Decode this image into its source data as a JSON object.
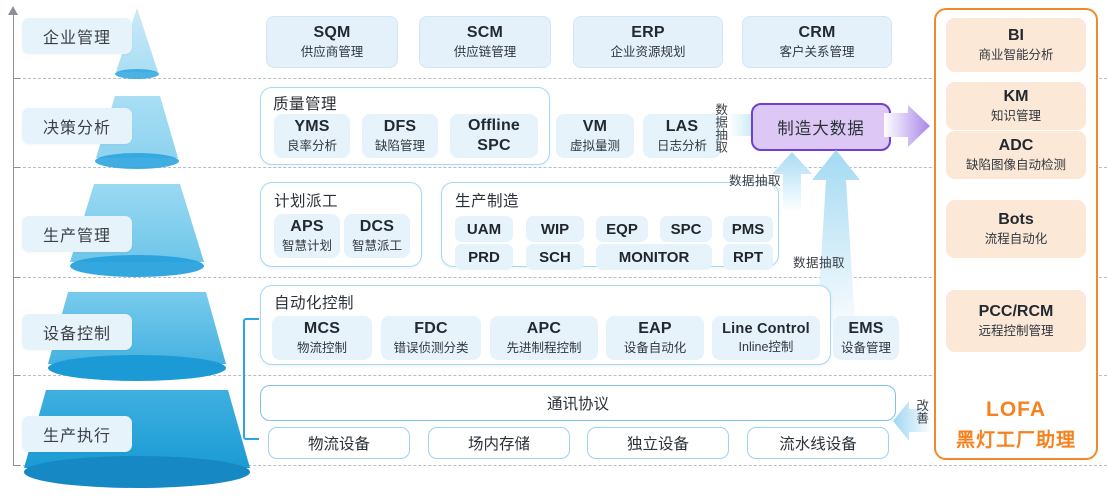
{
  "axis": {
    "name": "maturity-axis"
  },
  "stages": [
    {
      "label": "企业管理"
    },
    {
      "label": "决策分析"
    },
    {
      "label": "生产管理"
    },
    {
      "label": "设备控制"
    },
    {
      "label": "生产执行"
    }
  ],
  "enterprise_row": [
    {
      "code": "SQM",
      "sub": "供应商管理"
    },
    {
      "code": "SCM",
      "sub": "供应链管理"
    },
    {
      "code": "ERP",
      "sub": "企业资源规划"
    },
    {
      "code": "CRM",
      "sub": "客户关系管理"
    }
  ],
  "decision_row": {
    "group_title": "质量管理",
    "group_items": [
      {
        "code": "YMS",
        "sub": "良率分析"
      },
      {
        "code": "DFS",
        "sub": "缺陷管理"
      },
      {
        "code": "Offline",
        "sub": "SPC"
      }
    ],
    "standalone": [
      {
        "code": "VM",
        "sub": "虚拟量测"
      },
      {
        "code": "LAS",
        "sub": "日志分析"
      }
    ],
    "bigdata": "制造大数据",
    "extract_label": "数据抽取"
  },
  "production_row": {
    "plan_group": {
      "title": "计划派工",
      "items": [
        {
          "code": "APS",
          "sub": "智慧计划"
        },
        {
          "code": "DCS",
          "sub": "智慧派工"
        }
      ]
    },
    "mfg_group": {
      "title": "生产制造",
      "row1": [
        "UAM",
        "WIP",
        "EQP",
        "SPC",
        "PMS"
      ],
      "row2": [
        "PRD",
        "SCH",
        "MONITOR",
        "RPT"
      ]
    },
    "extract_label_top": "数据抽取",
    "extract_label_bottom": "数据抽取"
  },
  "equipment_row": {
    "group_title": "自动化控制",
    "group_items": [
      {
        "code": "MCS",
        "sub": "物流控制"
      },
      {
        "code": "FDC",
        "sub": "错误侦测分类"
      },
      {
        "code": "APC",
        "sub": "先进制程控制"
      },
      {
        "code": "EAP",
        "sub": "设备自动化"
      },
      {
        "code": "Line Control",
        "sub": "Inline控制"
      }
    ],
    "standalone": [
      {
        "code": "EMS",
        "sub": "设备管理"
      }
    ]
  },
  "execution_row": {
    "comm": "通讯协议",
    "devices": [
      "物流设备",
      "场内存储",
      "独立设备",
      "流水线设备"
    ],
    "improve_label": "改善"
  },
  "lofa_panel": {
    "cards": [
      {
        "code": "BI",
        "sub": "商业智能分析"
      },
      {
        "code": "KM",
        "sub": "知识管理"
      },
      {
        "code": "ADC",
        "sub": "缺陷图像自动检测"
      },
      {
        "code": "Bots",
        "sub": "流程自动化"
      },
      {
        "code": "PCC/RCM",
        "sub": "远程控制管理"
      }
    ],
    "title": "LOFA",
    "subtitle": "黑灯工厂助理"
  },
  "colors": {
    "accent_blue": "#2ba5df",
    "card_blue": "#e7f3fa",
    "purple_border": "#6f3fd6",
    "purple_fill": "#ddc8f5",
    "orange_border": "#f08a27",
    "orange_fill": "#fce8d6",
    "orange_text": "#f5821f"
  }
}
